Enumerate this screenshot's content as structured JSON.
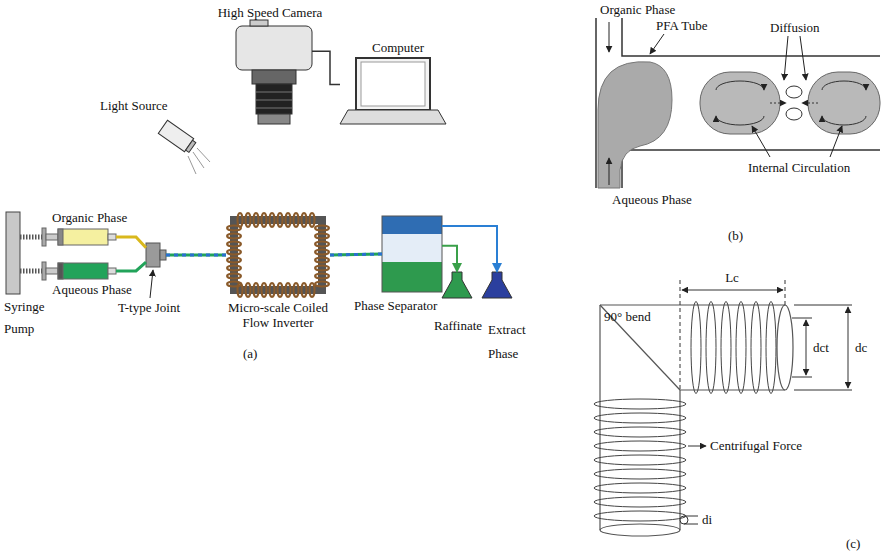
{
  "diagram": {
    "nodes": [
      {
        "text": [
          "High Speed Camera"
        ]
      },
      {
        "text": [
          "Computer"
        ]
      },
      {
        "text": [
          "Light Source"
        ]
      },
      {
        "text": [
          "Organic Phase"
        ]
      },
      {
        "text": [
          "Aqueous Phase"
        ]
      },
      {
        "text": [
          "T-type Joint"
        ]
      },
      {
        "text": [
          "Syringe Pump"
        ]
      },
      {
        "text": [
          "Micro-scale Coiled Flow Inverter"
        ]
      },
      {
        "text": [
          "Phase Separator"
        ]
      },
      {
        "text": [
          "Raffinate"
        ]
      },
      {
        "text": [
          "Extract Phase"
        ]
      }
    ],
    "edges": [
      {
        "from": 0,
        "to": 1,
        "arrow": "none"
      },
      {
        "from": 3,
        "to": 5,
        "arrow": "none"
      },
      {
        "from": 4,
        "to": 5,
        "arrow": "none"
      },
      {
        "from": 5,
        "to": 7,
        "arrow": "none"
      },
      {
        "from": 7,
        "to": 8,
        "arrow": "none"
      },
      {
        "from": 8,
        "to": 9,
        "arrow": "to"
      },
      {
        "from": 8,
        "to": 10,
        "arrow": "to"
      }
    ],
    "labels": [
      "(a)",
      "Organic Phase",
      "PFA Tube",
      "Diffusion",
      "Internal Circulation",
      "Aqueous Phase",
      "(b)",
      "Lc",
      "90° bend",
      "dct",
      "dc",
      "Centrifugal Force",
      "di",
      "(c)"
    ]
  }
}
